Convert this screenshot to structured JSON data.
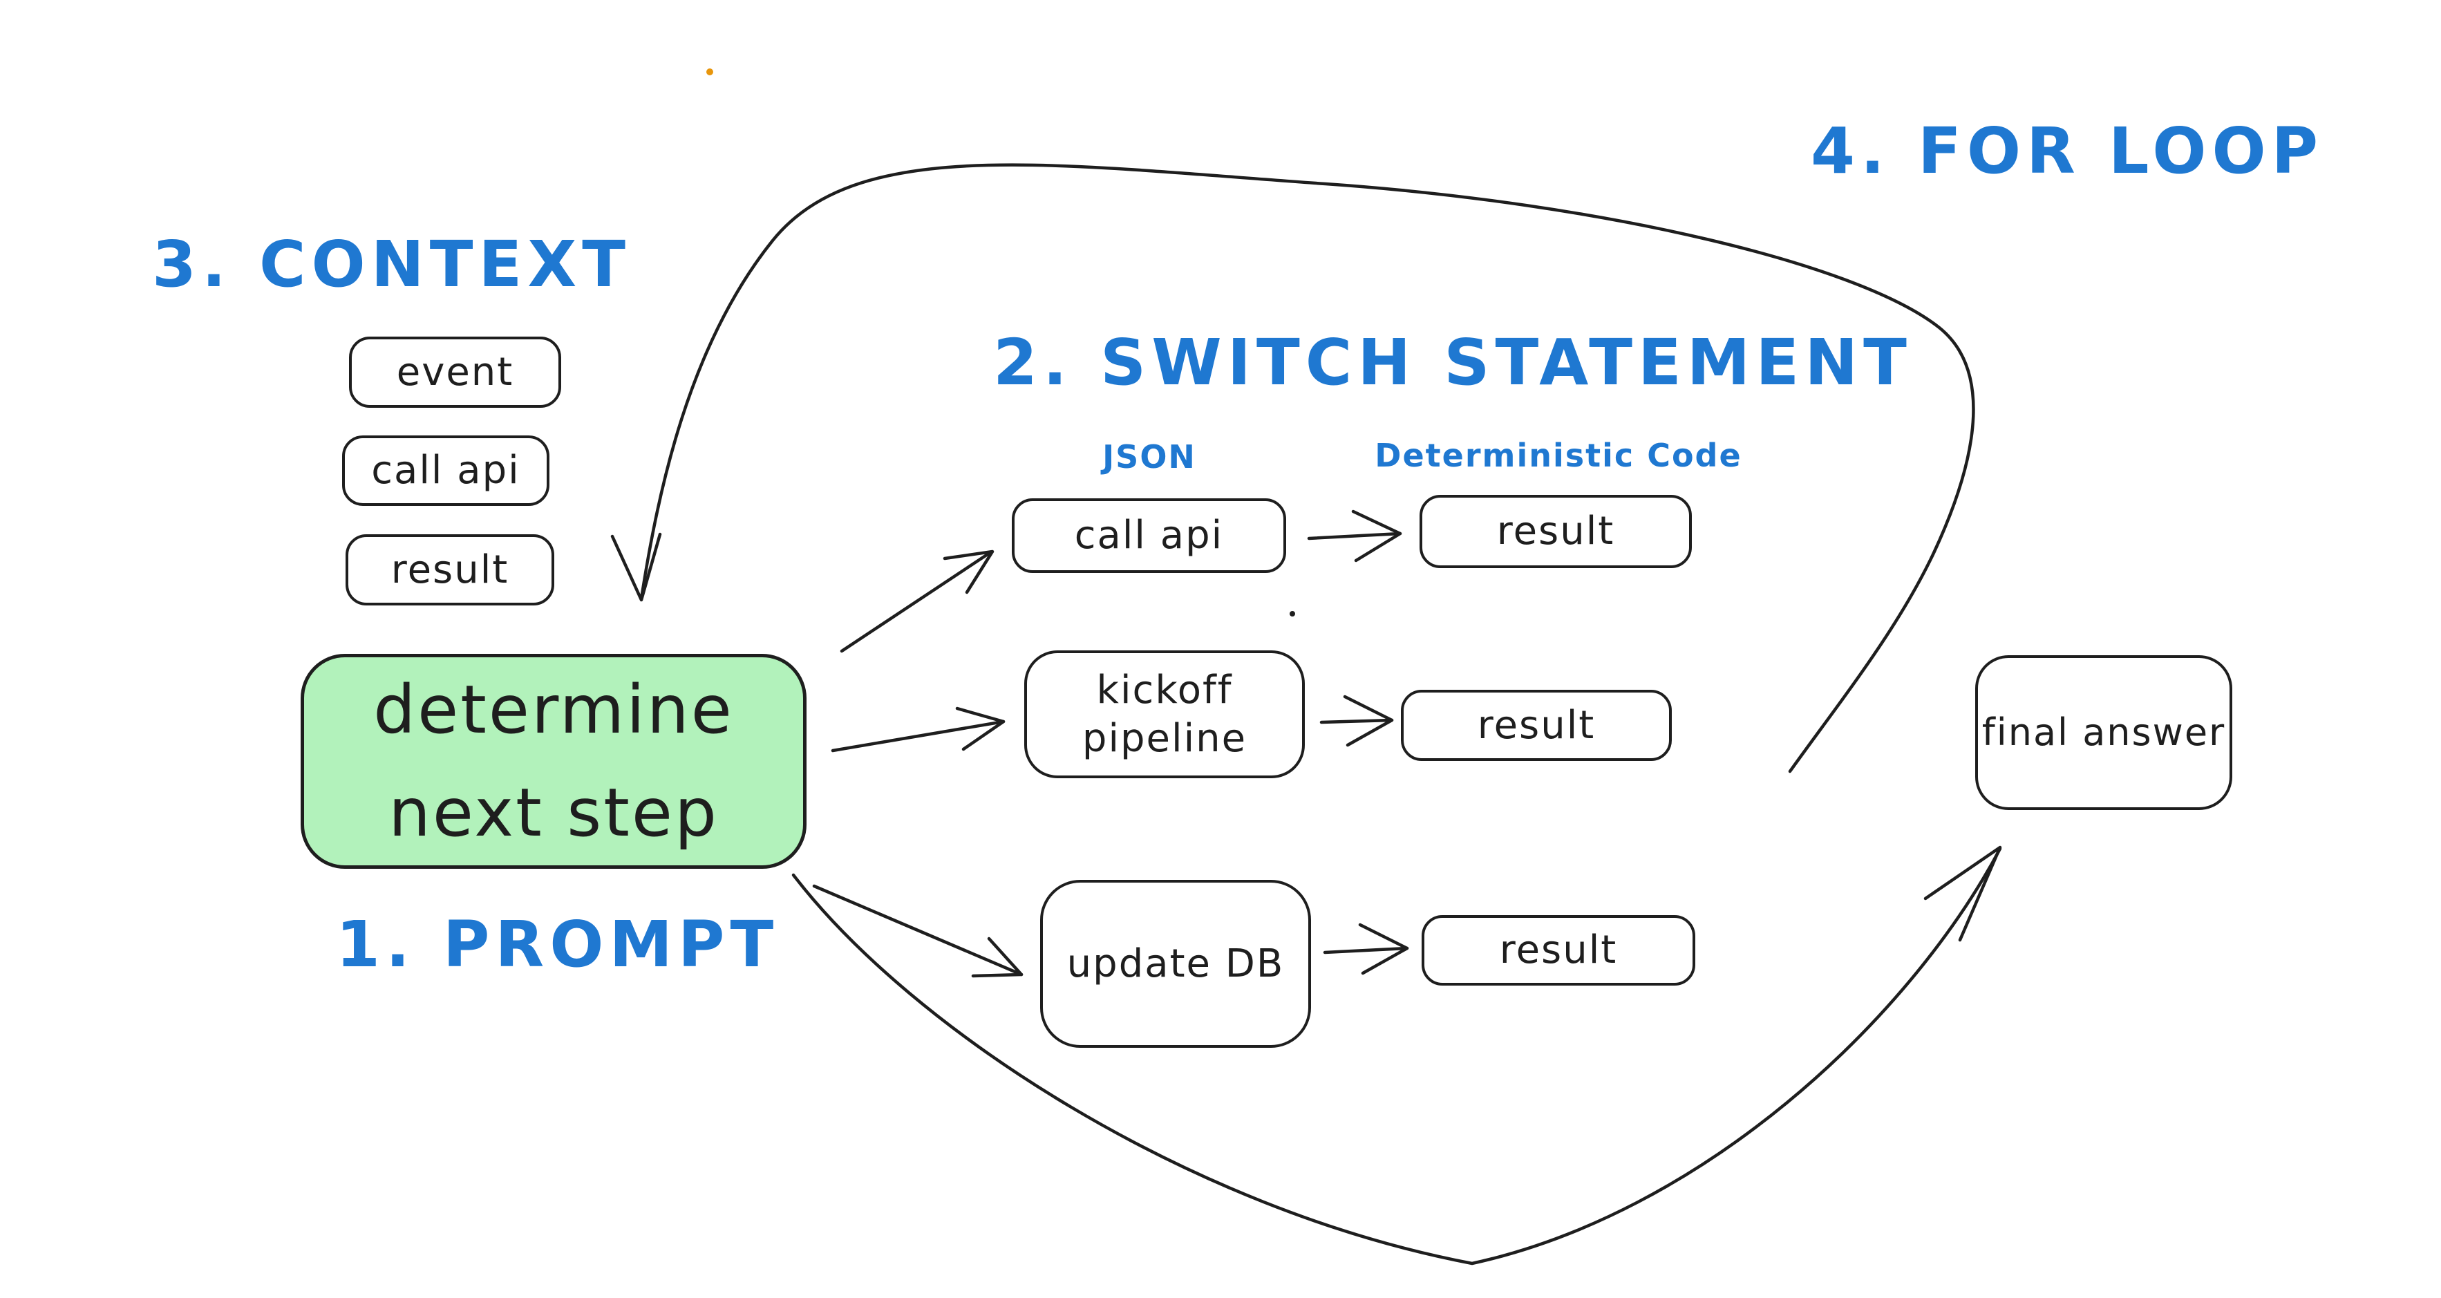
{
  "colors": {
    "blue": "#1f78d1",
    "ink": "#1e1e1e",
    "green": "#b2f2bb",
    "orange": "#e8960c"
  },
  "headings": {
    "prompt": "1. PROMPT",
    "switch_statement": "2. SWITCH STATEMENT",
    "context": "3. CONTEXT",
    "for_loop": "4. FOR LOOP"
  },
  "columns": {
    "json": "JSON",
    "deterministic_code": "Deterministic Code"
  },
  "context_items": [
    "event",
    "call api",
    "result"
  ],
  "determine_node": {
    "line1": "determine",
    "line2": "next step"
  },
  "switch_rows": [
    {
      "action_line1": "call api",
      "action_line2": "",
      "result": "result"
    },
    {
      "action_line1": "kickoff",
      "action_line2": "pipeline",
      "result": "result"
    },
    {
      "action_line1": "update DB",
      "action_line2": "",
      "result": "result"
    }
  ],
  "final_node": {
    "label": "final answer"
  }
}
